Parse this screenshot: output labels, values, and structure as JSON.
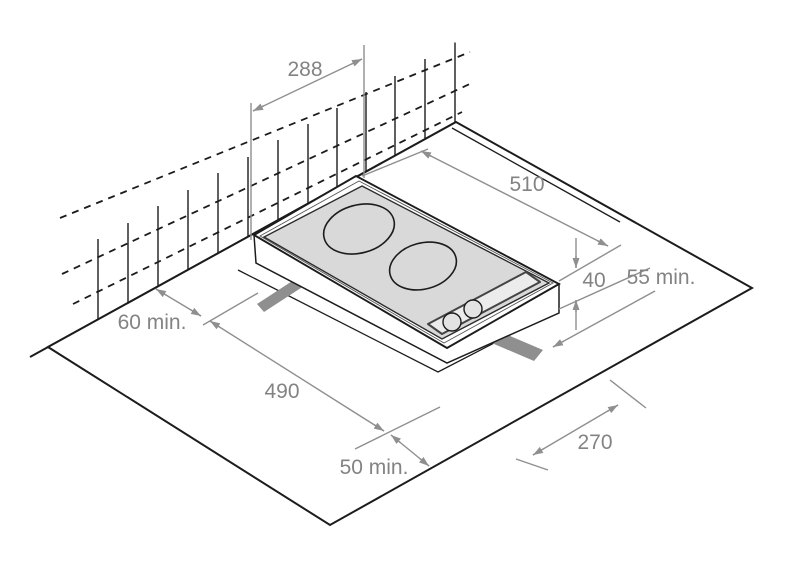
{
  "diagram": {
    "labels": {
      "hob_width": "288",
      "hob_depth": "510",
      "build_in_height": "40",
      "clearance_right": "55 min.",
      "clearance_wall": "60 min.",
      "cutout_length": "490",
      "clearance_front": "50 min.",
      "cutout_width": "270"
    },
    "colors": {
      "outline": "#1c1c1c",
      "dimension_lines": "#8f8f8f",
      "dimension_text": "#838383",
      "glass_surface": "#d9d9d9",
      "cutout_gap": "#8f8f8f",
      "background": "#ffffff"
    }
  }
}
